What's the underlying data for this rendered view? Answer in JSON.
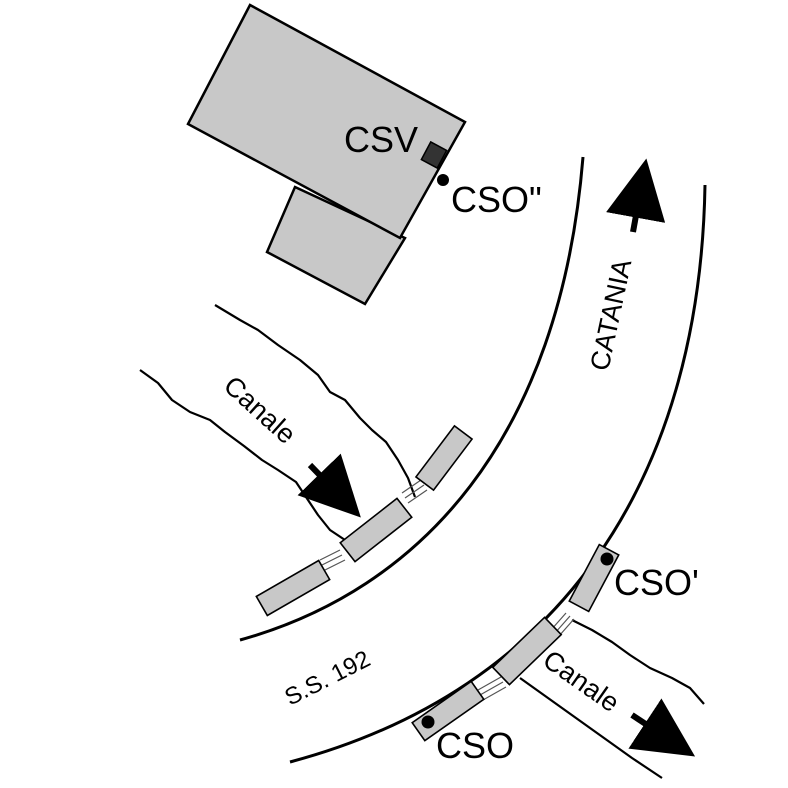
{
  "colors": {
    "building_fill": "#c8c8c8",
    "pipe_fill": "#c8c8c8",
    "line": "#000000",
    "background": "#ffffff"
  },
  "labels": {
    "csv": "CSV",
    "cso_double_prime": "CSO\"",
    "cso_prime": "CSO'",
    "cso": "CSO",
    "canale_upper": "Canale",
    "canale_lower": "Canale",
    "catania": "CATANIA",
    "road_name": "S.S. 192"
  },
  "icons": {
    "flow_arrow": "arrow-icon",
    "direction_arrow": "arrow-up-icon"
  }
}
